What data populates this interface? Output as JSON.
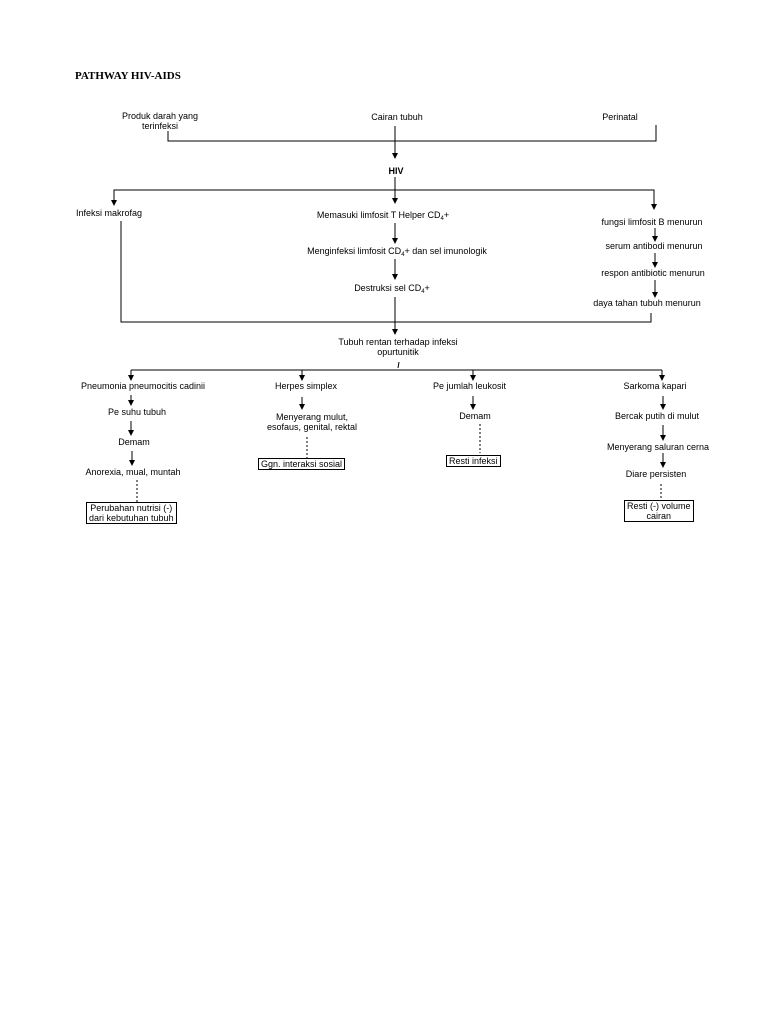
{
  "title": "PATHWAY HIV-AIDS",
  "sources": {
    "left_line1": "Produk darah yang",
    "left_line2": "terinfeksi",
    "center": "Cairan  tubuh",
    "right": "Perinatal"
  },
  "hiv": "HIV",
  "branch_left": {
    "label": "Infeksi makrofag"
  },
  "branch_center": {
    "step1_prefix": "Memasuki limfosit T Helper CD",
    "step1_sub": "4",
    "step1_suffix": "+",
    "step2_prefix": "Menginfeksi limfosit CD",
    "step2_sub": "4",
    "step2_suffix": "+ dan sel imunologik",
    "step3_prefix": "Destruksi sel CD",
    "step3_sub": "4",
    "step3_suffix": "+"
  },
  "branch_right": {
    "step1": "fungsi limfosit B menurun",
    "step2": "serum antibodi menurun",
    "step3": "respon antibiotic menurun",
    "step4": "daya tahan tubuh menurun"
  },
  "merge": {
    "line1": "Tubuh rentan terhadap infeksi",
    "line2": "opurtunitik"
  },
  "col1": {
    "head": "Pneumonia pneumocitis cadinii",
    "step1": "Pe  suhu tubuh",
    "step2": "Demam",
    "step3": "Anorexia, mual, muntah",
    "box_line1": "Perubahan nutrisi (-)",
    "box_line2": "dari kebutuhan tubuh"
  },
  "col2": {
    "head": "Herpes simplex",
    "step1_line1": "Menyerang mulut,",
    "step1_line2": "esofaus, genital, rektal",
    "box": "Ggn. interaksi sosial"
  },
  "col3": {
    "head": "Pe   jumlah leukosit",
    "step1": "Demam",
    "box": "Resti infeksi"
  },
  "col4": {
    "head": "Sarkoma kapari",
    "step1": "Bercak putih di mulut",
    "step2": "Menyerang saluran cerna",
    "step3": "Diare persisten",
    "box_line1": "Resti (-) volume",
    "box_line2": "cairan"
  }
}
